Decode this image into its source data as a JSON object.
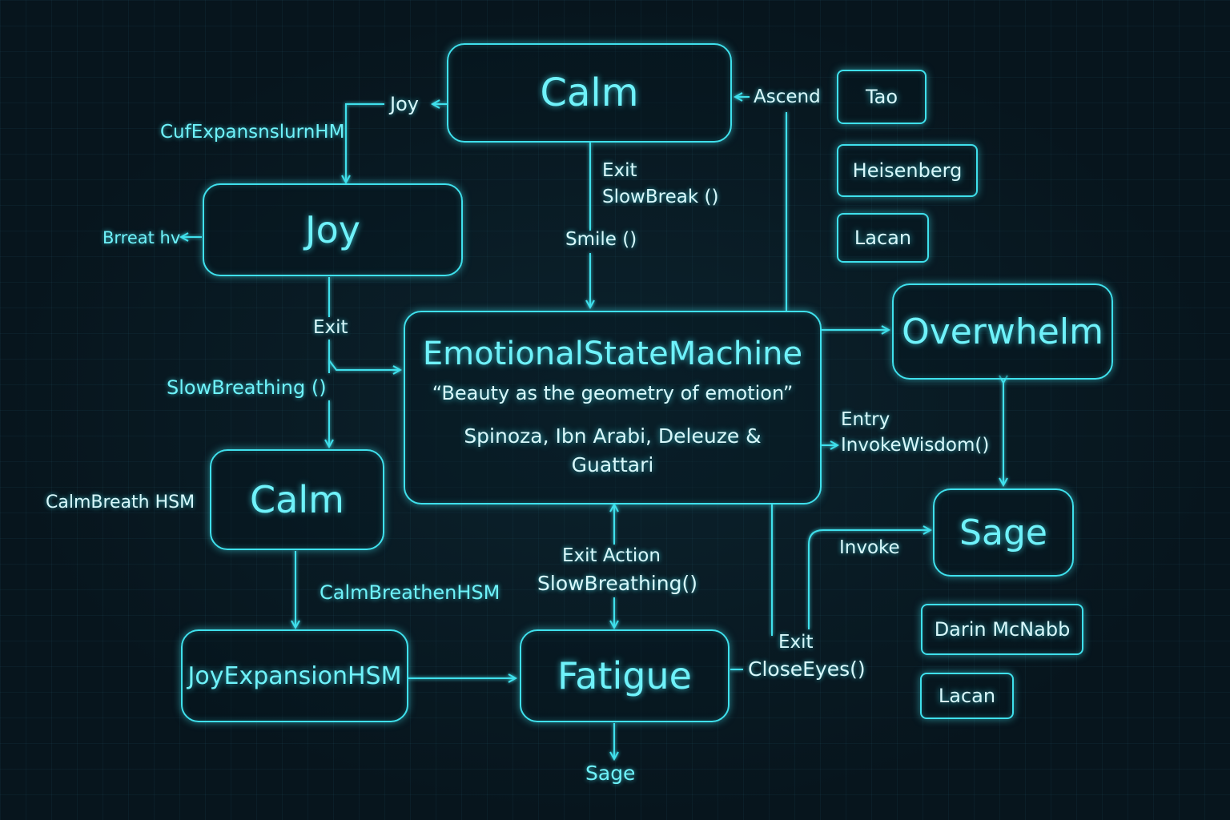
{
  "nodes": {
    "calm_top": "Calm",
    "joy": "Joy",
    "calm_left": "Calm",
    "joy_expansion": "JoyExpansionHSM",
    "fatigue": "Fatigue",
    "overwhelm": "Overwhelm",
    "sage": "Sage",
    "center": {
      "title": "EmotionalStateMachine",
      "quote": "“Beauty as the geometry of emotion”",
      "names": "Spinoza,  Ibn Arabi, Deleuze & Guattari"
    }
  },
  "sidebar": {
    "tao": "Tao",
    "heisenberg": "Heisenberg",
    "lacan_top": "Lacan",
    "darin": "Darin McNabb",
    "lacan_bottom": "Lacan"
  },
  "labels": {
    "joy_arrow": "Joy",
    "cuf_expansion": "CufExpansnslurnHM",
    "breath": "Brreat hv",
    "ascend": "Ascend",
    "exit_top": "Exit",
    "slowbreak": "SlowBreak ()",
    "smile": "Smile ()",
    "exit_left": "Exit",
    "slowbreathing_left": "SlowBreathing ()",
    "calm_breath_hsm": "CalmBreath HSM",
    "calm_breathen_hsm": "CalmBreathenHSM",
    "exit_action": "Exit Action",
    "slowbreathing_bottom": "SlowBreathing()",
    "sage_bottom": "Sage",
    "entry": "Entry",
    "invoke_wisdom": "InvokeWisdom()",
    "invoke": "Invoke",
    "exit_bottom": "Exit",
    "close_eyes": "CloseEyes()"
  },
  "colors": {
    "accent": "#3fe0ec",
    "background": "#07151d",
    "text_light": "#d8f8fb"
  }
}
